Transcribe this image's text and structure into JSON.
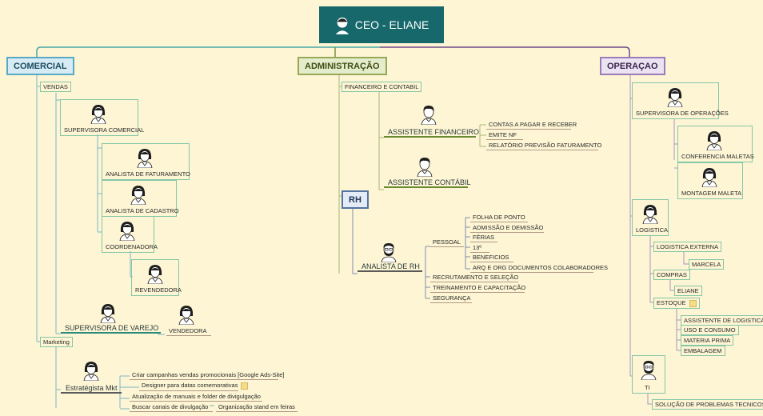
{
  "root": {
    "title": "CEO - ELIANE"
  },
  "categories": {
    "comercial": "COMERCIAL",
    "administracao": "ADMINISTRAÇÃO",
    "operacao": "OPERAÇAO",
    "rh": "RH"
  },
  "comercial": {
    "vendas": "VENDAS",
    "supervisora_comercial": "SUPERVISORA COMERCIAL",
    "analista_faturamento": "ANALISTA DE FATURAMENTO",
    "analista_cadastro": "ANALISTA DE CADASTRO",
    "coordenadora": "COORDENADORA",
    "revendedora": "REVENDEDORA",
    "supervisora_varejo": "SUPERVISORA DE VAREJO",
    "vendedora": "VENDEDORA",
    "marketing": "Marketing",
    "estrategista": "Estratégista Mkt",
    "tasks": [
      "Criar campanhas vendas promocionais [Google Ads-Site]",
      "Designer para datas comemorativas",
      "Atualização de manuais e folder de divigulgação",
      "Buscar canais de divulgação"
    ],
    "extra_task": "Organização stand em feiras"
  },
  "administracao": {
    "financeiro": "FINANCEIRO E CONTABIL",
    "assistente_financeiro": "ASSISTENTE FINANCEIRO",
    "fin_tasks": [
      "CONTAS A PAGAR  E RECEBER",
      "EMITE NF",
      "RELATÓRIO PREVISÃO FATURAMENTO"
    ],
    "assistente_contabil": "ASSISTENTE CONTÁBIL"
  },
  "rh": {
    "analista": "ANALISTA DE RH",
    "pessoal": "PESSOAL",
    "pessoal_items": [
      "FOLHA DE PONTO",
      "ADMISSÃO E DEMISSÃO",
      "FÉRIAS",
      "13º",
      "BENEFICIOS",
      "ARQ E ORG DOCUMENTOS COLABORADORES"
    ],
    "other_items": [
      "RECRUTAMENTO E SELEÇÃO",
      "TREINAMENTO E CAPACITAÇÃO",
      "SEGURANÇA"
    ]
  },
  "operacao": {
    "supervisora": "SUPERVISORA DE OPERAÇÕES",
    "conferencia": "CONFERENCIA MALETAS",
    "montagem": "MONTAGEM MALETA",
    "logistica": "LOGISTICA",
    "logistica_externa": "LOGISTICA EXTERNA",
    "marcela": "MARCELA",
    "compras": "COMPRAS",
    "eliane": "ELIANE",
    "estoque": "ESTOQUE",
    "estoque_items": [
      "ASSISTENTE DE LOGISTICA",
      "USO E CONSUMO",
      "MATERIA PRIMA",
      "EMBALAGEM"
    ],
    "ti": "TI",
    "ti_item": "SOLUÇÃO DE PROBLEMAS TECNICOS"
  }
}
